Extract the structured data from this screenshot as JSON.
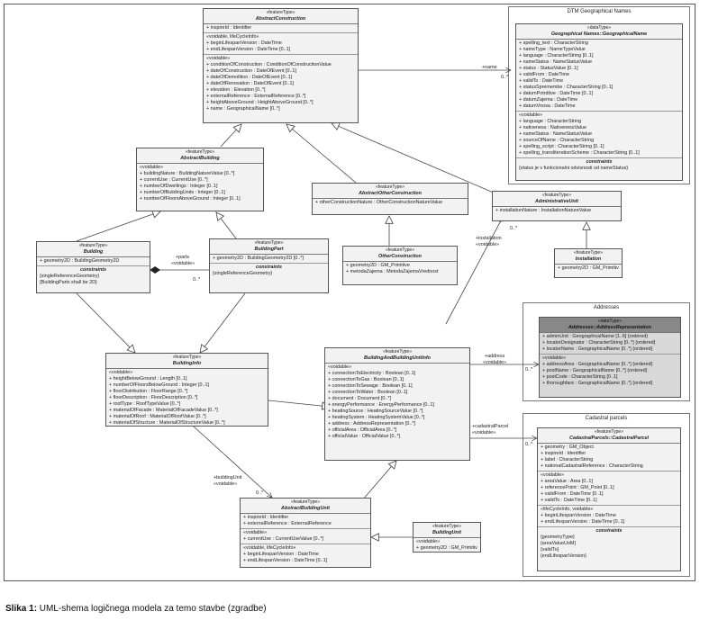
{
  "caption": {
    "label": "Slika 1:",
    "text": " UML-shema logičnega modela za temo stavbe (zgradbe)"
  },
  "packages": {
    "geographical_names": "DTM Geographical Names",
    "addresses": "Addresses",
    "cadastral_parcels": "Cadastral parcels"
  },
  "classes": {
    "abstract_construction": {
      "stereotype": "«featureType»",
      "name": "AbstractConstruction",
      "sections": [
        [
          "+  inspireId : Identifier"
        ],
        [
          "«voidable, lifeCycleInfo»",
          "+  beginLifespanVersion : DateTime",
          "+  endLifespanVersion : DateTime [0..1]"
        ],
        [
          "«voidable»",
          "+  conditionOfConstruction : ConditionOfConstructionValue",
          "+  dateOfConstruction : DateOfEvent [0..1]",
          "+  dateOfDemolition : DateOfEvent [0..1]",
          "+  dateOfRenovation : DateOfEvent [0..1]",
          "+  elevation : Elevation [0..*]",
          "+  externalReference : ExternalReference [0..*]",
          "+  heightAboveGround : HeightAboveGround [0..*]",
          "+  name : GeographicalName [0..*]"
        ]
      ]
    },
    "geographical_name": {
      "stereotype": "«dataType»",
      "name": "Geographical Names::GeographicalName",
      "sections": [
        [
          "+  spelling_text : CharacterString",
          "+  nameType : NameTypeValue",
          "+  language : CharacterString [0..1]",
          "+  nameStatus : NameStatusValue",
          "+  status : StatusValue [0..1]",
          "+  validFrom : DateTime",
          "+  validTo : DateTime",
          "+  statusSpremembe : CharacterString [0..1]",
          "+  datumPotrditve : DateTime [0..1]",
          "+  datumZajema : DateTime",
          "+  datumVnosa : DateTime"
        ],
        [
          "«voidable»",
          "+  language : CharacterString",
          "+  nativeness : NativenessValue",
          "+  nameStatus : NameStatusValue",
          "+  sourceOfName : CharacterString",
          "+  spelling_script : CharacterString [0..1]",
          "+  spelling_transliterationScheme : CharacterString [0..1]"
        ]
      ],
      "constraints_title": "constraints",
      "constraints": [
        "{status je v funkcionalni odvisnosti od nameStatus}"
      ]
    },
    "abstract_building": {
      "stereotype": "«featureType»",
      "name": "AbstractBuilding",
      "sections": [
        [
          "«voidable»",
          "+  buildingNature : BuildingNatureValue [0..*]",
          "+  currentUse : CurrentUse [0..*]",
          "+  numberOfDwellings : Integer [0..1]",
          "+  numberOfBuildingUnits : Integer [0..1]",
          "+  numberOfFloorsAboveGround : Integer [0..1]"
        ]
      ]
    },
    "abstract_other_construction": {
      "stereotype": "«featureType»",
      "name": "AbstractOtherConstruction",
      "sections": [
        [
          "+  otherConstructionNature : OtherConstructionNatureValue"
        ]
      ]
    },
    "administrative_unit": {
      "stereotype": "«featureType»",
      "name": "AdministrativeUnit",
      "sections": [
        [
          "+  installationNature : InstallationNatureValue"
        ]
      ]
    },
    "building": {
      "stereotype": "«featureType»",
      "name": "Building",
      "sections": [
        [
          "+  geometry2D : BuildingGeometry2D"
        ]
      ],
      "constraints_title": "constraints",
      "constraints": [
        "{singleReferenceGeometry}",
        "{BuildingParts shall be 2D}"
      ]
    },
    "building_part": {
      "stereotype": "«featureType»",
      "name": "BuildingPart",
      "sections": [
        [
          "+  geometry2D : BuildingGeometry2D [0..*]"
        ]
      ],
      "constraints_title": "constraints",
      "constraints": [
        "{singleReferenceGeometry}"
      ]
    },
    "other_construction": {
      "stereotype": "«featureType»",
      "name": "OtherConstruction",
      "sections": [
        [
          "+  geometry2D : GM_Primitive",
          "+  metodaZajema : MetodaZajemaVrednost"
        ]
      ]
    },
    "installation": {
      "stereotype": "«featureType»",
      "name": "Installation",
      "sections": [
        [
          "+  geometry2D : GM_Primitive"
        ]
      ]
    },
    "address_representation": {
      "stereotype": "«dataType»",
      "name": "Addresses::AddressRepresentation",
      "sections": [
        [
          "+  adminUnit : GeographicalName [1..6] {ordered}",
          "+  locatorDesignator : CharacterString [0..*] {ordered}",
          "+  locatorName : GeographicalName [0..*] {ordered}"
        ],
        [
          "«voidable»",
          "+  addressArea : GeographicalName [0..*] {ordered}",
          "+  postName : GeographicalName [0..*] {ordered}",
          "+  postCode : CharacterString [0..1]",
          "+  thoroughfare : GeographicalName [0..*] {ordered}"
        ]
      ]
    },
    "building_info": {
      "stereotype": "«featureType»",
      "name": "BuildingInfo",
      "sections": [
        [
          "«voidable»",
          "+  heightBelowGround : Length [0..1]",
          "+  numberOfFloorsBelowGround : Integer [0..1]",
          "+  floorDistribution : FloorRange [0..*]",
          "+  floorDescription : FloorDescription [0..*]",
          "+  roofType : RoofTypeValue [0..*]",
          "+  materialOfFacade : MaterialOfFacadeValue [0..*]",
          "+  materialOfRoof : MaterialOfRoofValue [0..*]",
          "+  materialOfStructure : MaterialOfStructureValue [0..*]"
        ]
      ]
    },
    "building_and_building_unit_info": {
      "stereotype": "«featureType»",
      "name": "BuildingAndBuildingUnitInfo",
      "sections": [
        [
          "«voidable»",
          "+  connectionToElectricity : Boolean [0..1]",
          "+  connectionToGas : Boolean [0..1]",
          "+  connectionToSewage : Boolean [0..1]",
          "+  connectionToWater : Boolean [0..1]",
          "+  document : Document [0..*]",
          "+  energyPerformance : EnergyPerformance [0..1]",
          "+  heatingSource : HeatingSourceValue [0..*]",
          "+  heatingSystem : HeatingSystemValue [0..*]",
          "+  address : AddressRepresentation [0..*]",
          "+  officialArea : OfficialArea [0..*]",
          "+  officialValue : OfficialValue [0..*]"
        ]
      ]
    },
    "cadastral_parcel": {
      "stereotype": "«featureType»",
      "name": "CadastralParcels::CadastralParcel",
      "sections": [
        [
          "+  geometry : GM_Object",
          "+  inspireId : Identifier",
          "+  label : CharacterString",
          "+  nationalCadastralReference : CharacterString"
        ],
        [
          "«voidable»",
          "+  areaValue : Area [0..1]",
          "+  referencePoint : GM_Point [0..1]",
          "+  validFrom : DateTime [0..1]",
          "+  validTo : DateTime [0..1]"
        ],
        [
          "«lifeCycleInfo, voidable»",
          "+  beginLifespanVersion : DateTime",
          "+  endLifespanVersion : DateTime [0..1]"
        ]
      ],
      "constraints_title": "constraints",
      "constraints": [
        "{geometryType}",
        "{areaValueUoM}",
        "{validTo}",
        "{endLifespanVersion}"
      ]
    },
    "abstract_building_unit": {
      "stereotype": "«featureType»",
      "name": "AbstractBuildingUnit",
      "sections": [
        [
          "+  inspireId : Identifier",
          "+  externalReference : ExternalReference"
        ],
        [
          "«voidable»",
          "+  currentUse : CurrentUseValue [0..*]"
        ],
        [
          "«voidable, lifeCycleInfo»",
          "+  beginLifespanVersion : DateTime",
          "+  endLifespanVersion : DateTime [0..1]"
        ]
      ]
    },
    "building_unit": {
      "stereotype": "«featureType»",
      "name": "BuildingUnit",
      "sections": [
        [
          "«voidable»",
          "+  geometry2D : GM_Primitive"
        ]
      ]
    }
  },
  "labels": {
    "name_role": "+name",
    "name_mult": "0..*",
    "parts_role": "+parts",
    "parts_stereo": "«voidable»",
    "parts_mult": "0..*",
    "installation_role": "+installation",
    "installation_stereo": "«voidable»",
    "installation_mult": "0..*",
    "address_role": "+address",
    "address_stereo": "«voidable»",
    "address_mult": "0..*",
    "cadastral_role": "+cadastralParcel",
    "cadastral_stereo": "«voidable»",
    "cadastral_mult": "0..*",
    "bu_role": "+buildingUnit",
    "bu_stereo": "«voidable»",
    "bu_mult": "0..*"
  }
}
